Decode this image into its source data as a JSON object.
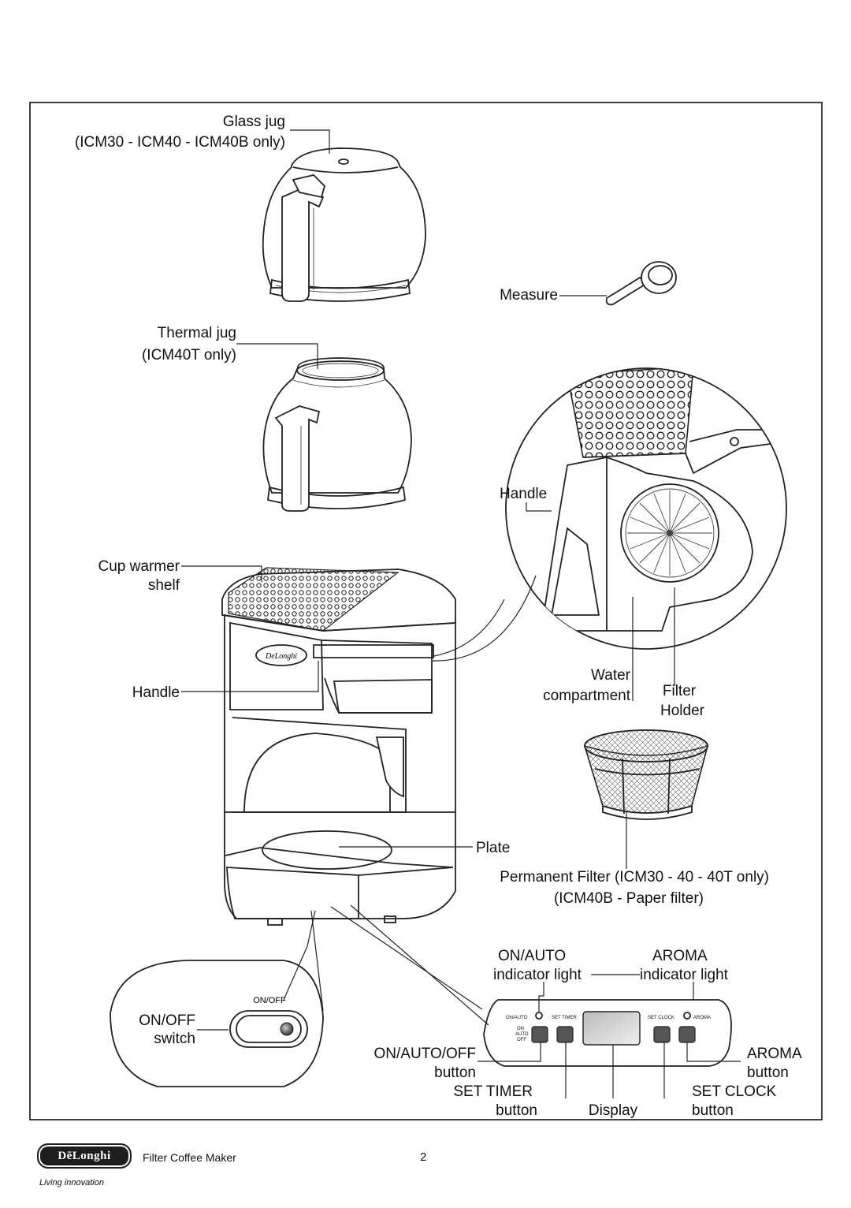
{
  "labels": {
    "glass_jug_1": "Glass jug",
    "glass_jug_2": "(ICM30 - ICM40 - ICM40B only)",
    "measure": "Measure",
    "thermal_jug_1": "Thermal jug",
    "thermal_jug_2": "(ICM40T only)",
    "handle_top": "Handle",
    "cup_warmer_1": "Cup warmer",
    "cup_warmer_2": "shelf",
    "handle_left": "Handle",
    "water_1": "Water",
    "water_2": "compartment",
    "filter_holder_1": "Filter",
    "filter_holder_2": "Holder",
    "plate": "Plate",
    "perm_filter_1": "Permanent Filter (ICM30 - 40 - 40T only)",
    "perm_filter_2": "(ICM40B - Paper filter)",
    "on_auto_1": "ON/AUTO",
    "on_auto_2": "indicator light",
    "aroma_light_1": "AROMA",
    "aroma_light_2": "indicator light",
    "onoff_switch_1": "ON/OFF",
    "onoff_switch_2": "switch",
    "onoff_small": "ON/OFF",
    "on_auto_off_1": "ON/AUTO/OFF",
    "on_auto_off_2": "button",
    "aroma_btn_1": "AROMA",
    "aroma_btn_2": "button",
    "set_timer_1": "SET TIMER",
    "set_timer_2": "button",
    "display": "Display",
    "set_clock_1": "SET CLOCK",
    "set_clock_2": "button"
  },
  "panel": {
    "on_auto": "ON/AUTO",
    "set_timer": "SET TIMER",
    "set_clock": "SET CLOCK",
    "aroma": "AROMA",
    "btn_on": "ON",
    "btn_auto": "AUTO",
    "btn_off": "OFF"
  },
  "machine_brand": "DeLonghi",
  "footer": {
    "brand": "DēLonghi",
    "tagline": "Living innovation",
    "title": "Filter Coffee Maker",
    "page": "2"
  }
}
